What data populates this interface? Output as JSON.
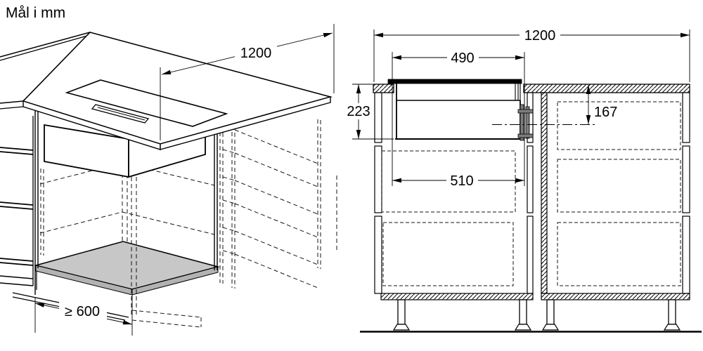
{
  "title": "Mål i mm",
  "views": {
    "isometric": {
      "name": "installation-isometric-view",
      "dim_worktop_length": "1200",
      "dim_worktop_depth": "≥ 600"
    },
    "section": {
      "name": "front-section-view",
      "dim_total_width": "1200",
      "dim_cutout_width": "490",
      "dim_installation_height": "223",
      "dim_outlet_center": "167",
      "dim_appliance_width": "510"
    }
  },
  "colors": {
    "line": "#000000",
    "shelf": "#c7c7c7",
    "shelf_side": "#b2b2b2",
    "duct": "#7d7d7d",
    "glass": "#000000",
    "background": "#ffffff"
  }
}
